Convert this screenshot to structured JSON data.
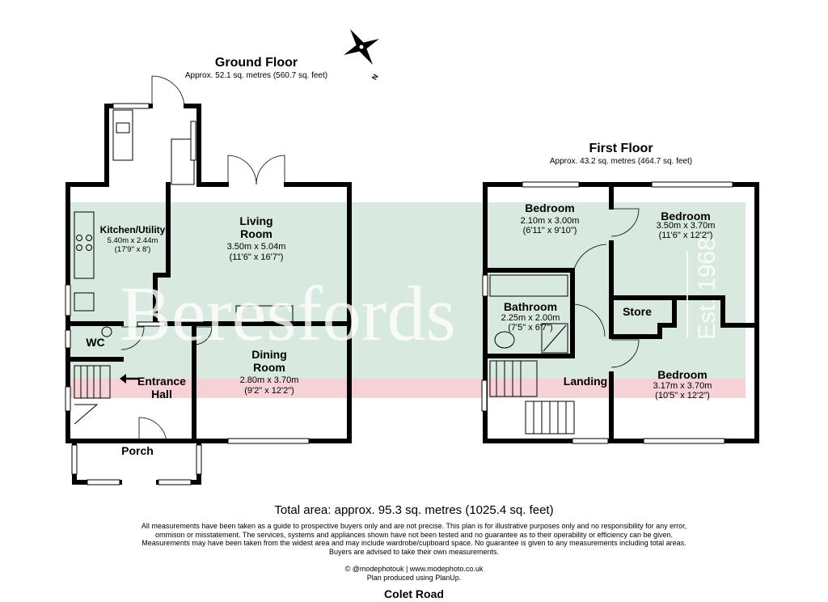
{
  "ground_floor": {
    "title": "Ground Floor",
    "area": "Approx. 52.1 sq. metres (560.7 sq. feet)",
    "rooms": [
      {
        "name": "Kitchen/Utility",
        "dims_m": "5.40m x 2.44m",
        "dims_ft": "(17'9\" x 8')"
      },
      {
        "name_line1": "Living",
        "name_line2": "Room",
        "dims_m": "3.50m x 5.04m",
        "dims_ft": "(11'6\" x 16'7\")"
      },
      {
        "name": "WC"
      },
      {
        "name_line1": "Dining",
        "name_line2": "Room",
        "dims_m": "2.80m x 3.70m",
        "dims_ft": "(9'2\" x 12'2\")"
      },
      {
        "name_line1": "Entrance",
        "name_line2": "Hall"
      },
      {
        "name": "Porch"
      }
    ]
  },
  "first_floor": {
    "title": "First Floor",
    "area": "Approx. 43.2 sq. metres (464.7 sq. feet)",
    "rooms": [
      {
        "name": "Bedroom",
        "dims_m": "2.10m x 3.00m",
        "dims_ft": "(6'11\" x 9'10\")"
      },
      {
        "name": "Bedroom",
        "dims_m": "3.50m x 3.70m",
        "dims_ft": "(11'6\" x 12'2\")"
      },
      {
        "name": "Bathroom",
        "dims_m": "2.25m x 2.00m",
        "dims_ft": "(7'5\" x 6'7\")"
      },
      {
        "name": "Store"
      },
      {
        "name": "Landing"
      },
      {
        "name": "Bedroom",
        "dims_m": "3.17m x 3.70m",
        "dims_ft": "(10'5\" x 12'2\")"
      }
    ]
  },
  "compass": {
    "label": "N"
  },
  "watermark": {
    "brand": "Beresfords",
    "est": "Est. 1968",
    "colors": {
      "band_green": "#d8e9df",
      "band_red": "#f6d2d7"
    }
  },
  "footer": {
    "total": "Total area: approx. 95.3 sq. metres (1025.4 sq. feet)",
    "disclaimer": "All measurements have been taken as a guide to prospective buyers only and are not precise. This plan is for illustrative purposes only and no responsibility for any error, ommison or misstatement. The services, systems and appliances shown have not been tested and no guarantee as to their operability or efficiency can be given. Measurements may have been taken from the widest area and may include wardrobe/cupboard space. No guarantee is given to any measurements including total areas. Buyers are advised to take their own measurements.",
    "credit_line1": "© @modephotouk | www.modephoto.co.uk",
    "credit_line2": "Plan produced using PlanUp.",
    "road": "Colet Road"
  }
}
